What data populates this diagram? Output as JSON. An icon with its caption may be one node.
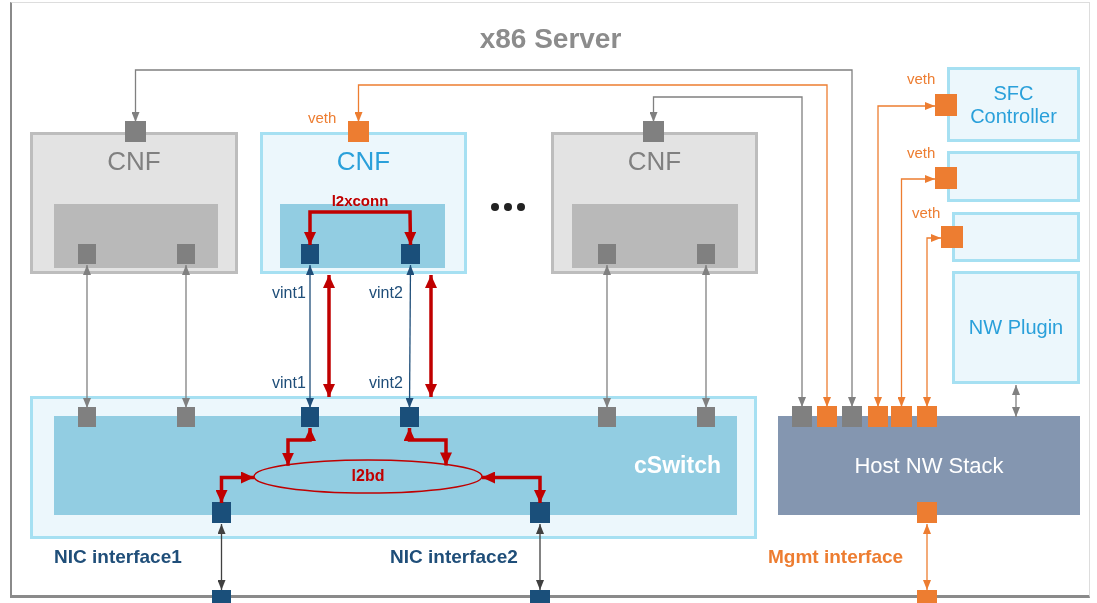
{
  "diagram": {
    "nodes": [
      {
        "text": [
          "x86 Server"
        ]
      },
      {
        "text": [
          "CNF"
        ],
        "in": 0
      },
      {
        "text": [],
        "shape": "box",
        "in": 1
      },
      {
        "text": [],
        "shape": "box",
        "in": 0
      },
      {
        "text": [],
        "shape": "box",
        "in": 2
      },
      {
        "text": [],
        "shape": "box",
        "in": 2
      },
      {
        "text": [
          "CNF"
        ],
        "in": 0
      },
      {
        "text": [],
        "shape": "box",
        "in": 0,
        "beside": [
          "veth"
        ]
      },
      {
        "text": [],
        "shape": "box",
        "in": 6
      },
      {
        "text": [],
        "shape": "box",
        "in": 8
      },
      {
        "text": [],
        "shape": "box",
        "in": 8
      },
      {
        "text": [
          "CNF"
        ],
        "in": 0
      },
      {
        "text": [],
        "shape": "box",
        "in": 0
      },
      {
        "text": [],
        "shape": "box",
        "in": 11
      },
      {
        "text": [],
        "shape": "box",
        "in": 13
      },
      {
        "text": [],
        "shape": "box",
        "in": 13
      },
      {
        "text": [
          "SFC Controller"
        ],
        "in": 0
      },
      {
        "text": [],
        "shape": "box",
        "in": 0,
        "beside": [
          "veth"
        ]
      },
      {
        "text": [],
        "shape": "box",
        "in": 0
      },
      {
        "text": [],
        "shape": "box",
        "in": 0,
        "beside": [
          "veth"
        ]
      },
      {
        "text": [],
        "shape": "box",
        "in": 0
      },
      {
        "text": [],
        "shape": "box",
        "in": 0,
        "beside": [
          "veth"
        ]
      },
      {
        "text": [
          "NW Plugin"
        ],
        "in": 0
      },
      {
        "text": [],
        "shape": "box",
        "in": 0
      },
      {
        "text": [
          "cSwitch"
        ],
        "in": 23
      },
      {
        "text": [],
        "shape": "box",
        "in": 23
      },
      {
        "text": [],
        "shape": "box",
        "in": 23
      },
      {
        "text": [],
        "shape": "box",
        "in": 23
      },
      {
        "text": [],
        "shape": "box",
        "in": 23
      },
      {
        "text": [],
        "shape": "box",
        "in": 23
      },
      {
        "text": [],
        "shape": "box",
        "in": 23
      },
      {
        "text": [],
        "shape": "box",
        "in": 23
      },
      {
        "text": [],
        "shape": "box",
        "in": 23
      },
      {
        "text": [
          "l2bd"
        ],
        "in": 24
      },
      {
        "text": [
          "Host NW Stack"
        ],
        "in": 0
      },
      {
        "text": [],
        "shape": "box",
        "in": 0
      },
      {
        "text": [],
        "shape": "box",
        "in": 0
      },
      {
        "text": [],
        "shape": "box",
        "in": 0
      },
      {
        "text": [],
        "shape": "box",
        "in": 0
      },
      {
        "text": [],
        "shape": "box",
        "in": 0
      },
      {
        "text": [],
        "shape": "box",
        "in": 0
      },
      {
        "text": [],
        "shape": "box",
        "in": 0
      },
      {
        "text": [],
        "shape": "box"
      },
      {
        "text": [],
        "shape": "box"
      },
      {
        "text": [],
        "shape": "box"
      }
    ],
    "edges": [
      {
        "from": 4,
        "to": 25,
        "arrow": "both"
      },
      {
        "from": 5,
        "to": 26,
        "arrow": "both"
      },
      {
        "from": 9,
        "to": 10,
        "arrow": "both",
        "label": "l2xconn",
        "style": "thick",
        "color": "#c00000"
      },
      {
        "from": 9,
        "to": 27,
        "arrow": "both",
        "color": "#1f4e79"
      },
      {
        "from": 6,
        "to": 23,
        "arrow": "both",
        "style": "thick",
        "color": "#c00000"
      },
      {
        "from": 10,
        "to": 28,
        "arrow": "both",
        "color": "#1f4e79"
      },
      {
        "from": 6,
        "to": 23,
        "arrow": "both",
        "style": "thick",
        "color": "#c00000"
      },
      {
        "from": 14,
        "to": 29,
        "arrow": "both"
      },
      {
        "from": 15,
        "to": 30,
        "arrow": "both"
      },
      {
        "from": 3,
        "to": 37,
        "arrow": "both"
      },
      {
        "from": 7,
        "to": 36,
        "arrow": "both",
        "color": "#ed7d31"
      },
      {
        "from": 12,
        "to": 35,
        "arrow": "both"
      },
      {
        "from": 38,
        "to": 17,
        "arrow": "both",
        "color": "#ed7d31"
      },
      {
        "from": 39,
        "to": 19,
        "arrow": "both",
        "color": "#ed7d31"
      },
      {
        "from": 40,
        "to": 21,
        "arrow": "both",
        "color": "#ed7d31"
      },
      {
        "from": 22,
        "to": 34,
        "arrow": "both"
      },
      {
        "from": 27,
        "to": 33,
        "arrow": "both",
        "style": "thick",
        "color": "#c00000"
      },
      {
        "from": 28,
        "to": 33,
        "arrow": "both",
        "style": "thick",
        "color": "#c00000"
      },
      {
        "from": 31,
        "to": 33,
        "arrow": "both",
        "style": "thick",
        "color": "#c00000"
      },
      {
        "from": 32,
        "to": 33,
        "arrow": "both",
        "style": "thick",
        "color": "#c00000"
      },
      {
        "from": 31,
        "to": 42,
        "arrow": "both",
        "color": "#404040"
      },
      {
        "from": 32,
        "to": 43,
        "arrow": "both",
        "color": "#404040"
      },
      {
        "from": 41,
        "to": 44,
        "arrow": "both",
        "color": "#ed7d31"
      }
    ],
    "labels": [
      "vint1",
      "vint2",
      "vint1",
      "vint2",
      "NIC interface1",
      "NIC interface2",
      "Mgmt interface"
    ]
  }
}
